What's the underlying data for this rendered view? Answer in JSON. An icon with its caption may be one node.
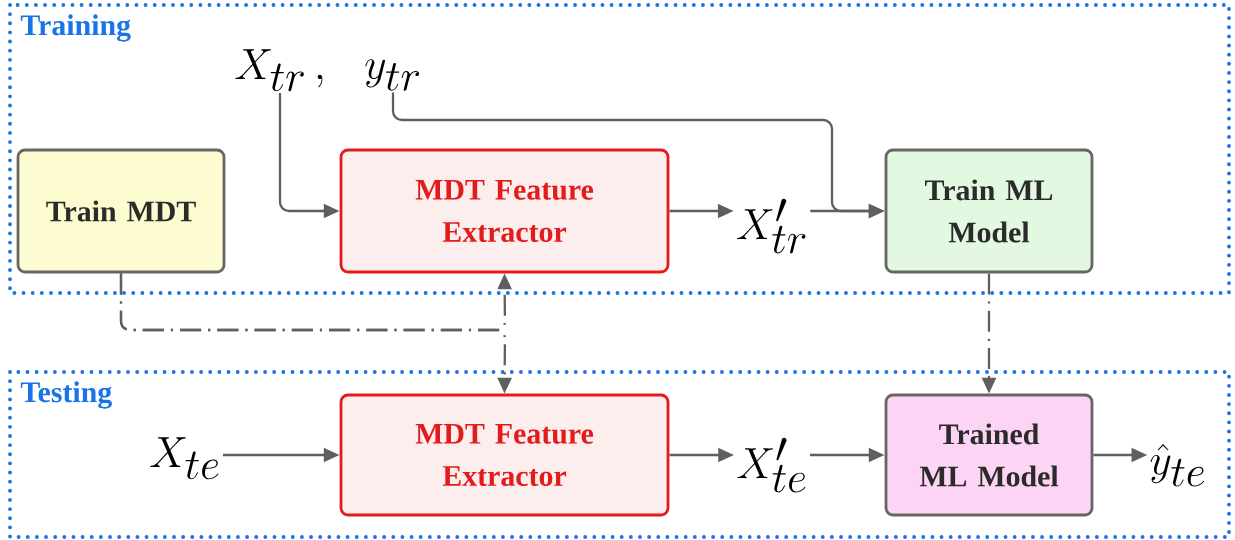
{
  "diagram": {
    "nodes": [
      {
        "text": [
          "Training"
        ]
      },
      {
        "text": [
          "Testing"
        ]
      },
      {
        "text": [
          "Train MDT"
        ],
        "in": 0
      },
      {
        "text": [
          "X_{tr}\\,,"
        ],
        "in": 0
      },
      {
        "text": [
          "y_{tr}"
        ],
        "in": 0
      },
      {
        "text": [
          "MDT Feature Extractor"
        ],
        "in": 0
      },
      {
        "text": [
          "X'_{tr}"
        ],
        "in": 0
      },
      {
        "text": [
          "Train ML Model"
        ],
        "in": 0
      },
      {
        "text": [
          "X_{te}"
        ],
        "in": 1
      },
      {
        "text": [
          "MDT Feature Extractor"
        ],
        "in": 1
      },
      {
        "text": [
          "X'_{te}"
        ],
        "in": 1
      },
      {
        "text": [
          "Trained ML Model"
        ],
        "in": 1
      },
      {
        "text": [
          "\\hat{y}_{te}"
        ],
        "in": 1
      }
    ],
    "edges": [
      {
        "from": 3,
        "to": 5,
        "arrow": "to"
      },
      {
        "from": 4,
        "to": 7,
        "arrow": "to"
      },
      {
        "from": 5,
        "to": 6,
        "arrow": "to"
      },
      {
        "from": 6,
        "to": 7,
        "arrow": "to"
      },
      {
        "from": 2,
        "to": 5,
        "arrow": "to",
        "style": "dashed"
      },
      {
        "from": 2,
        "to": 9,
        "arrow": "to",
        "style": "dashed"
      },
      {
        "from": 7,
        "to": 11,
        "arrow": "to",
        "style": "dashed"
      },
      {
        "from": 8,
        "to": 9,
        "arrow": "to"
      },
      {
        "from": 9,
        "to": 10,
        "arrow": "to"
      },
      {
        "from": 10,
        "to": 11,
        "arrow": "to"
      },
      {
        "from": 11,
        "to": 12,
        "arrow": "to"
      }
    ]
  }
}
